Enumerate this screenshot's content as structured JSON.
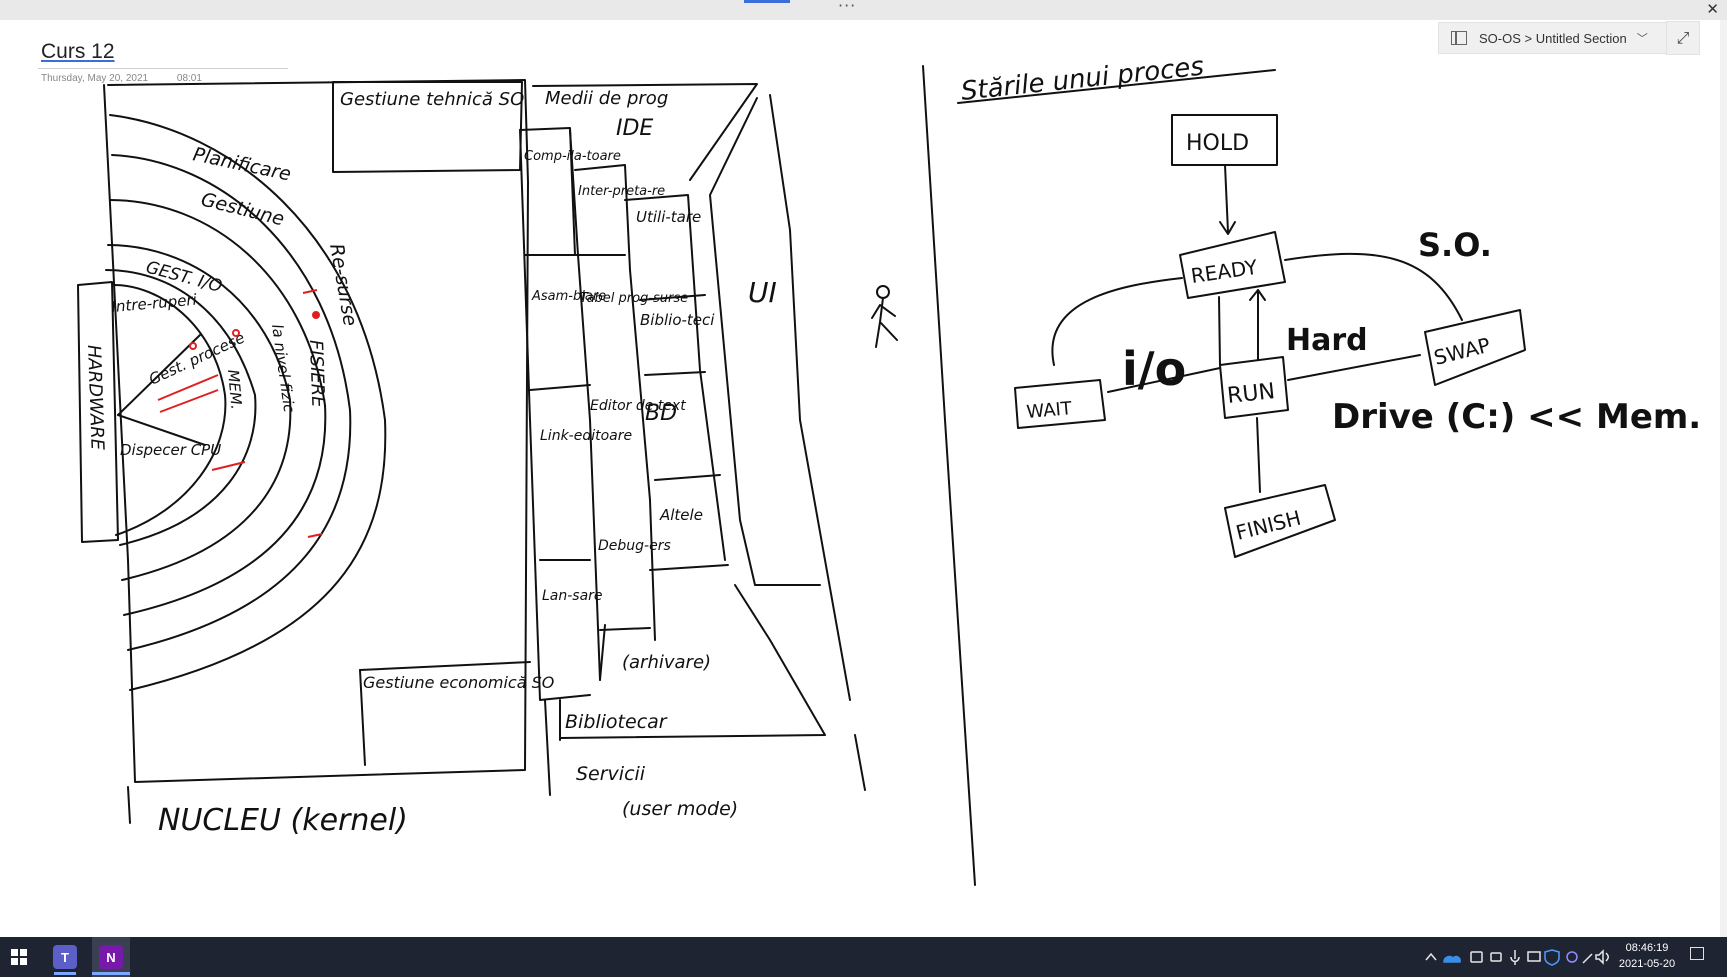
{
  "window": {
    "more_glyph": "···",
    "close_glyph": "✕"
  },
  "page": {
    "title": "Curs 12",
    "date": "Thursday, May 20, 2021",
    "time": "08:01"
  },
  "location": {
    "breadcrumb": "SO-OS > Untitled Section",
    "chevron": "﹀",
    "expand_glyph": "⤢"
  },
  "drawing": {
    "left": {
      "planificare": "Planificare",
      "gestiune": "Gestiune",
      "resurse": "Re-surse",
      "gest_io": "GEST. I/O",
      "fisiere": "FISIERE",
      "la_nivel_fizic": "la nivel fizic",
      "mem": "MEM.",
      "gest_procese": "Gest. procese",
      "dispecer_cpu": "Dispecer CPU",
      "intreruperi": "Intre-ruperi",
      "hardware": "HARDWARE",
      "gestiune_tehnica": "Gestiune tehnică SO",
      "gestiune_economica": "Gestiune economică SO",
      "nucleu": "NUCLEU (kernel)",
      "medii_de_prog": "Medii de prog",
      "ide": "IDE",
      "compilatoare": "Comp-ila-toare",
      "interpretare": "Inter-preta-re",
      "utilitare": "Utili-tare",
      "asamblare": "Asam-blare",
      "tabel_programe": "Tabel prog-surse",
      "biblioteci": "Biblio-teci",
      "linkeditoare": "Link-editoare",
      "editoare_de_text": "Editor de text",
      "bd": "BD",
      "altele": "Altele",
      "debuggers": "Debug-ers",
      "lansare": "Lan-sare",
      "arhivare": "(arhivare)",
      "bibliotecar": "Bibliotecar",
      "servicii": "Servicii",
      "user_mode": "(user mode)",
      "ui": "UI"
    },
    "right": {
      "heading": "Stările unui proces",
      "hold": "HOLD",
      "ready": "READY",
      "run": "RUN",
      "wait": "WAIT",
      "swap": "SWAP",
      "finish": "FINISH",
      "so": "S.O.",
      "io": "i/o",
      "hard": "Hard",
      "drive_mem": "Drive (C:) << Mem."
    }
  },
  "taskbar": {
    "apps": [
      {
        "name": "Microsoft Teams",
        "glyph": "T"
      },
      {
        "name": "OneNote",
        "glyph": "N"
      }
    ],
    "tray_icons": [
      "chevron-up-icon",
      "onedrive-icon",
      "meet-now-icon",
      "camera-icon",
      "microphone-icon",
      "network-icon",
      "defender-icon",
      "teams-tray-icon",
      "wifi-icon",
      "volume-icon"
    ],
    "clock_time": "08:46:19",
    "clock_date": "2021-05-20"
  }
}
